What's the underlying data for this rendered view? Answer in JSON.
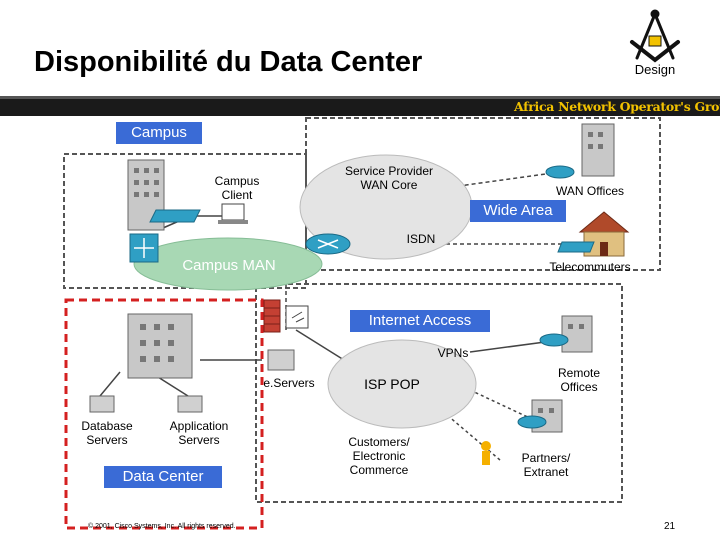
{
  "title": "Disponibilité du Data Center",
  "design_label": "Design",
  "brand_banner": "Africa Network Operator's Group",
  "sections": {
    "campus": "Campus",
    "wide_area": "Wide Area",
    "internet_access": "Internet Access",
    "data_center": "Data Center"
  },
  "labels": {
    "campus_client": "Campus\nClient",
    "service_provider": "Service Provider\nWAN Core",
    "wan_offices": "WAN Offices",
    "isdn": "ISDN",
    "telecommuters": "Telecommuters",
    "campus_man": "Campus MAN",
    "vpns": "VPNs",
    "eservers": "e.Servers",
    "isp_pop": "ISP POP",
    "remote_offices": "Remote\nOffices",
    "database_servers": "Database\nServers",
    "application_servers": "Application\nServers",
    "customers": "Customers/\nElectronic\nCommerce",
    "partners": "Partners/\nExtranet"
  },
  "footer": {
    "copyright": "© 2001, Cisco Systems, Inc. All rights reserved.",
    "page_number": "21"
  },
  "colors": {
    "section_blue": "#3a6bd6",
    "cloud_green": "#a8d8b4",
    "header_bar": "#1a1a1a",
    "brand_yellow": "#f2c200",
    "dashed_red": "#d42020"
  },
  "icons": [
    "compass-square-icon",
    "router-icon",
    "switch-icon",
    "building-icon",
    "house-icon",
    "firewall-icon",
    "laptop-icon",
    "person-icon"
  ]
}
